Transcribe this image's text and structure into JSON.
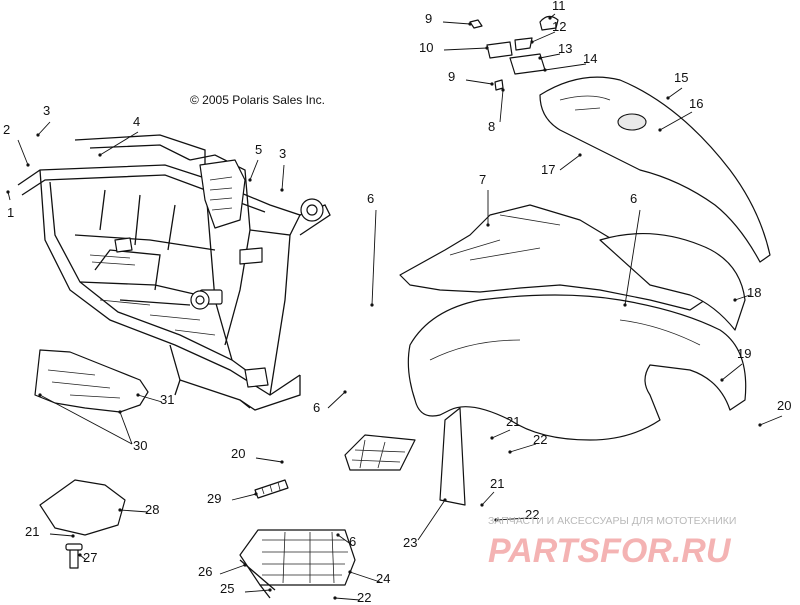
{
  "copyright": "© 2005 Polaris Sales Inc.",
  "watermark": {
    "tagline": "ЗАПЧАСТИ И АКСЕССУАРЫ ДЛЯ МОТОТЕХНИКИ",
    "logo": "PARTSFOR.RU",
    "color": "#f4b3b3"
  },
  "callouts": [
    {
      "id": "c1",
      "label": "1"
    },
    {
      "id": "c2",
      "label": "2"
    },
    {
      "id": "c3a",
      "label": "3"
    },
    {
      "id": "c3b",
      "label": "3"
    },
    {
      "id": "c4",
      "label": "4"
    },
    {
      "id": "c5",
      "label": "5"
    },
    {
      "id": "c6a",
      "label": "6"
    },
    {
      "id": "c6b",
      "label": "6"
    },
    {
      "id": "c6c",
      "label": "6"
    },
    {
      "id": "c6d",
      "label": "6"
    },
    {
      "id": "c7",
      "label": "7"
    },
    {
      "id": "c8",
      "label": "8"
    },
    {
      "id": "c9a",
      "label": "9"
    },
    {
      "id": "c9b",
      "label": "9"
    },
    {
      "id": "c10",
      "label": "10"
    },
    {
      "id": "c11",
      "label": "11"
    },
    {
      "id": "c12",
      "label": "12"
    },
    {
      "id": "c13",
      "label": "13"
    },
    {
      "id": "c14",
      "label": "14"
    },
    {
      "id": "c15",
      "label": "15"
    },
    {
      "id": "c16",
      "label": "16"
    },
    {
      "id": "c17",
      "label": "17"
    },
    {
      "id": "c18",
      "label": "18"
    },
    {
      "id": "c19",
      "label": "19"
    },
    {
      "id": "c20a",
      "label": "20"
    },
    {
      "id": "c20b",
      "label": "20"
    },
    {
      "id": "c21a",
      "label": "21"
    },
    {
      "id": "c21b",
      "label": "21"
    },
    {
      "id": "c21c",
      "label": "21"
    },
    {
      "id": "c22a",
      "label": "22"
    },
    {
      "id": "c22b",
      "label": "22"
    },
    {
      "id": "c22c",
      "label": "22"
    },
    {
      "id": "c23",
      "label": "23"
    },
    {
      "id": "c24",
      "label": "24"
    },
    {
      "id": "c25",
      "label": "25"
    },
    {
      "id": "c26",
      "label": "26"
    },
    {
      "id": "c27",
      "label": "27"
    },
    {
      "id": "c28",
      "label": "28"
    },
    {
      "id": "c29",
      "label": "29"
    },
    {
      "id": "c30",
      "label": "30"
    },
    {
      "id": "c31",
      "label": "31"
    }
  ]
}
